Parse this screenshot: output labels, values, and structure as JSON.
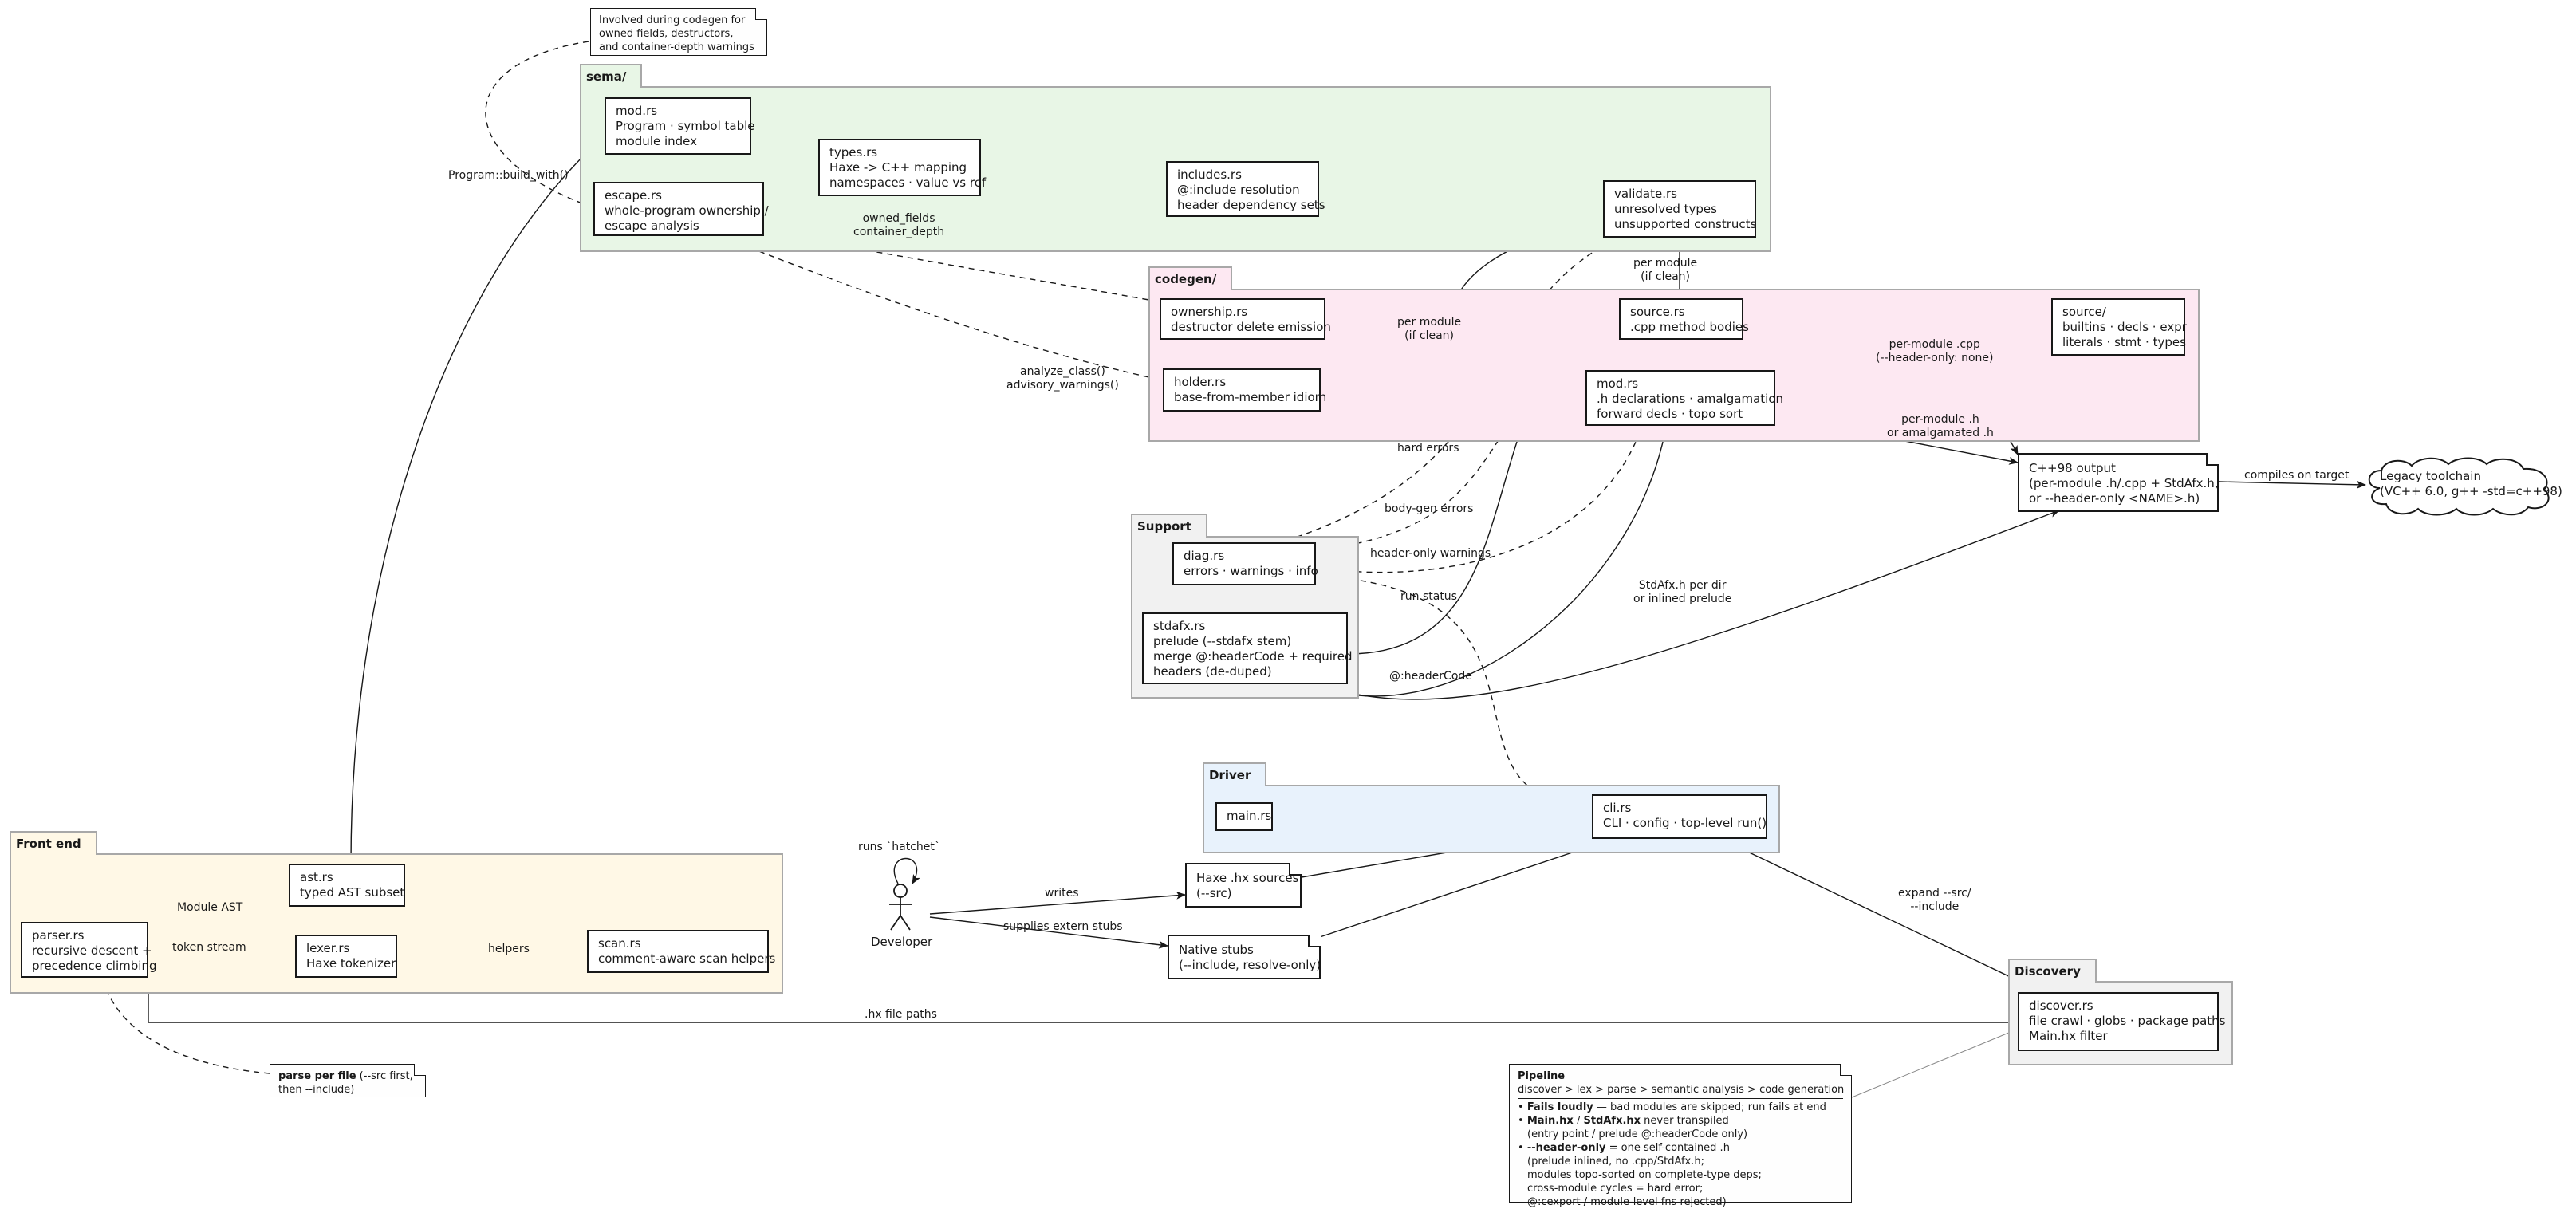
{
  "packages": {
    "front_end": "Front end",
    "sema": "sema/",
    "codegen": "codegen/",
    "support": "Support",
    "driver": "Driver",
    "discovery": "Discovery"
  },
  "nodes": {
    "mod_sema": [
      "mod.rs",
      "Program · symbol table",
      "module index"
    ],
    "escape": [
      "escape.rs",
      "whole-program ownership /",
      "escape analysis"
    ],
    "types": [
      "types.rs",
      "Haxe -> C++ mapping",
      "namespaces · value vs ref"
    ],
    "includes": [
      "includes.rs",
      "@:include resolution",
      "header dependency sets"
    ],
    "validate": [
      "validate.rs",
      "unresolved types",
      "unsupported constructs"
    ],
    "ownership": [
      "ownership.rs",
      "destructor delete emission"
    ],
    "holder": [
      "holder.rs",
      "base-from-member idiom"
    ],
    "source": [
      "source.rs",
      ".cpp method bodies"
    ],
    "mod_codegen": [
      "mod.rs",
      ".h declarations · amalgamation",
      "forward decls · topo sort"
    ],
    "source_dir": [
      "source/",
      "builtins · decls · expr",
      "literals · stmt · types"
    ],
    "diag": [
      "diag.rs",
      "errors · warnings · info"
    ],
    "stdafx": [
      "stdafx.rs",
      "prelude (--stdafx stem)",
      "merge @:headerCode + required",
      "headers (de-duped)"
    ],
    "main": [
      "main.rs"
    ],
    "cli": [
      "cli.rs",
      "CLI · config · top-level run()"
    ],
    "discover": [
      "discover.rs",
      "file crawl · globs · package paths",
      "Main.hx filter"
    ],
    "parser": [
      "parser.rs",
      "recursive descent +",
      "precedence climbing"
    ],
    "ast": [
      "ast.rs",
      "typed AST subset"
    ],
    "lexer": [
      "lexer.rs",
      "Haxe tokenizer"
    ],
    "scan": [
      "scan.rs",
      "comment-aware scan helpers"
    ],
    "haxe_sources": [
      "Haxe .hx sources",
      "(--src)"
    ],
    "native_stubs": [
      "Native stubs",
      "(--include, resolve-only)"
    ],
    "cpp_output": [
      "C++98 output",
      "(per-module .h/.cpp + StdAfx.h,",
      "or --header-only <NAME>.h)"
    ],
    "toolchain": [
      "Legacy toolchain",
      "(VC++ 6.0, g++ -std=c++98)"
    ]
  },
  "actor": {
    "name": "Developer",
    "self_label": "runs `hatchet`"
  },
  "notes": {
    "top": [
      "Involved during codegen for",
      "owned fields, destructors,",
      "and container-depth warnings"
    ],
    "parse_bold": "parse per file",
    "parse_rest": " (--src first,",
    "parse_line2": "then --include)"
  },
  "pipeline_note": {
    "title": "Pipeline",
    "subtitle": "discover > lex > parse > semantic analysis > code generation",
    "b1_bold": "Fails loudly",
    "b1_rest": " — bad modules are skipped; run fails at end",
    "b2_bold_a": "Main.hx",
    "b2_mid": " / ",
    "b2_bold_b": "StdAfx.hx",
    "b2_rest": " never transpiled",
    "b2_line2": "(entry point / prelude @:headerCode only)",
    "b3_bold": "--header-only",
    "b3_rest": " = one self-contained .h",
    "b3_lines": [
      "(prelude inlined, no .cpp/StdAfx.h;",
      "modules topo-sorted on complete-type deps;",
      "cross-module cycles = hard error;",
      "@:cexport / module-level fns rejected)"
    ]
  },
  "edge_labels": {
    "program_build": "Program::build_with()",
    "owned_fields": [
      "owned_fields",
      "container_depth"
    ],
    "analyze_class": [
      "analyze_class()",
      "advisory_warnings()"
    ],
    "per_module_if_clean_1": [
      "per module",
      "(if clean)"
    ],
    "per_module_if_clean_2": [
      "per module",
      "(if clean)"
    ],
    "per_module_cpp": [
      "per-module .cpp",
      "(--header-only: none)"
    ],
    "per_module_h": [
      "per-module .h",
      "or amalgamated .h"
    ],
    "compiles_on_target": "compiles on target",
    "hard_errors": "hard errors",
    "body_gen_errors": "body-gen errors",
    "header_only_warnings": "header-only warnings",
    "run_status": "run status",
    "stdafx_per_dir": [
      "StdAfx.h per dir",
      "or inlined prelude"
    ],
    "header_code": "@:headerCode",
    "module_ast": "Module AST",
    "token_stream": "token stream",
    "helpers": "helpers",
    "writes": "writes",
    "supplies_extern_stubs": "supplies extern stubs",
    "expand_src": [
      "expand --src/",
      "--include"
    ],
    "hx_file_paths": ".hx file paths"
  },
  "colors": {
    "front_end_bg": "#fff8e6",
    "sema_bg": "#e8f6e6",
    "codegen_bg": "#fde8f2",
    "support_bg": "#f1f1f1",
    "driver_bg": "#e8f2fc",
    "discovery_bg": "#f1f1f1",
    "line": "#181818"
  }
}
